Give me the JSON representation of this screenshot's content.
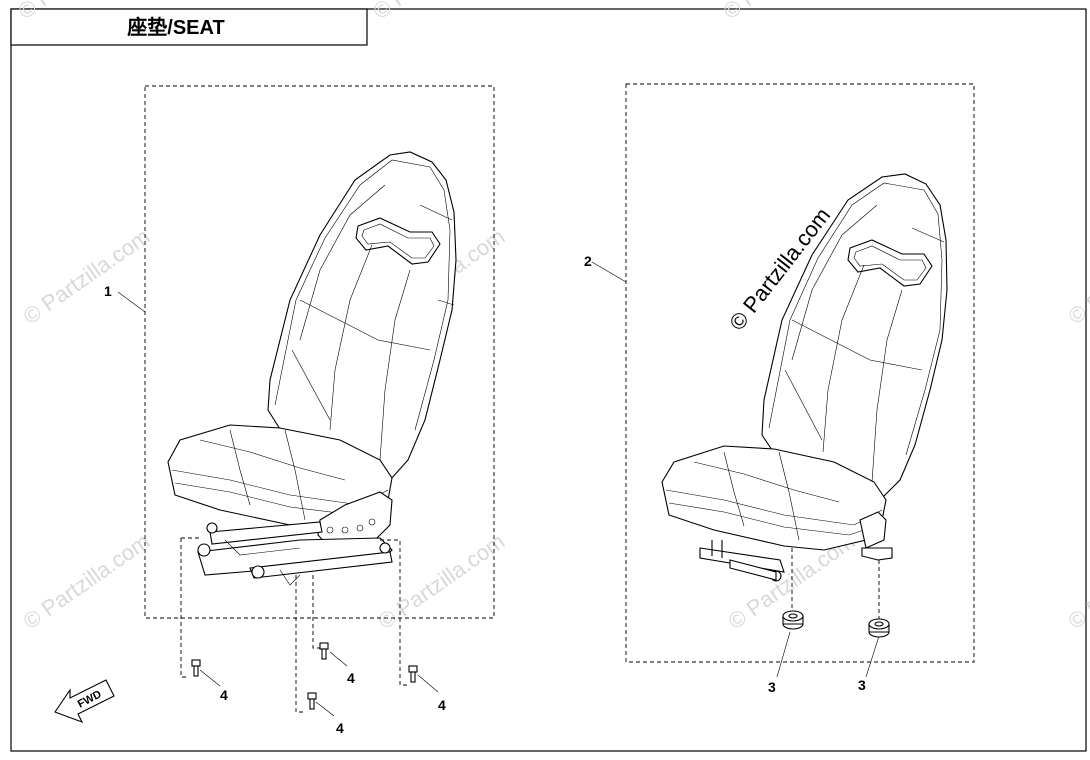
{
  "title": "座垫/SEAT",
  "watermark": "© Partzilla.com",
  "fwd_label": "FWD",
  "callouts": {
    "seat_assembly_1": "1",
    "seat_assembly_2": "2",
    "nut_left": "3",
    "nut_right": "3",
    "bolt_a": "4",
    "bolt_b": "4",
    "bolt_c": "4",
    "bolt_d": "4"
  },
  "colors": {
    "line": "#000000",
    "watermark": "#d8d8d8",
    "background": "#ffffff"
  }
}
